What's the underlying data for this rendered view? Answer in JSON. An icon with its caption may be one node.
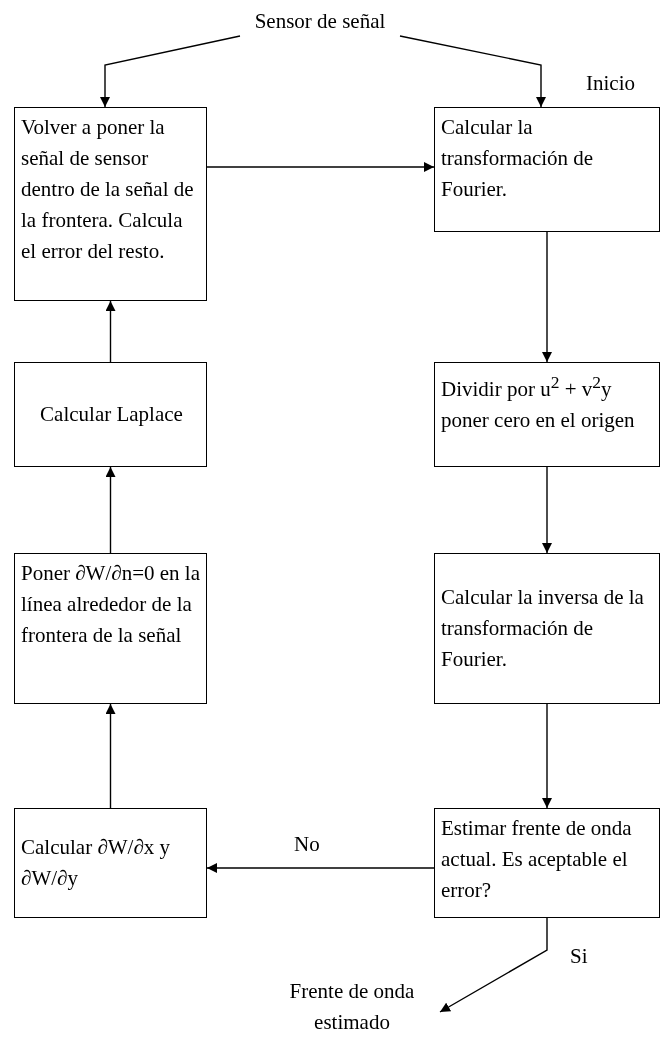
{
  "diagram": {
    "nodes": [
      {
        "text": [
          "Sensor de señal"
        ]
      },
      {
        "text": [
          "Volver a poner la señal de sensor dentro de la señal de la frontera. Calcula el error del resto."
        ]
      },
      {
        "text": [
          "Calcular la transformación de Fourier."
        ],
        "beside": [
          "Inicio"
        ]
      },
      {
        "text": [
          "Calcular Laplace"
        ]
      },
      {
        "text": [
          "Dividir por u$^{2}$ + v$^{2}$y poner cero en el origen"
        ]
      },
      {
        "text": [
          "Poner ∂W/∂n=0 en la línea alrededor de la frontera de la señal"
        ]
      },
      {
        "text": [
          "Calcular la inversa de la transformación de Fourier."
        ]
      },
      {
        "text": [
          "Calcular ∂W/∂x y ∂W/∂y"
        ]
      },
      {
        "text": [
          "Estimar frente de onda actual. Es aceptable el error?"
        ]
      },
      {
        "text": [
          "Frente de onda estimado"
        ]
      }
    ],
    "edges": [
      {
        "from": 0,
        "to": 1,
        "arrow": "to"
      },
      {
        "from": 0,
        "to": 2,
        "arrow": "to"
      },
      {
        "from": 1,
        "to": 2,
        "arrow": "to"
      },
      {
        "from": 2,
        "to": 4,
        "arrow": "to"
      },
      {
        "from": 4,
        "to": 6,
        "arrow": "to"
      },
      {
        "from": 6,
        "to": 8,
        "arrow": "to"
      },
      {
        "from": 8,
        "to": 7,
        "label": "No",
        "arrow": "to"
      },
      {
        "from": 7,
        "to": 5,
        "arrow": "to"
      },
      {
        "from": 5,
        "to": 3,
        "arrow": "to"
      },
      {
        "from": 3,
        "to": 1,
        "arrow": "to"
      },
      {
        "from": 8,
        "to": 9,
        "label": "Si",
        "arrow": "to"
      }
    ]
  }
}
